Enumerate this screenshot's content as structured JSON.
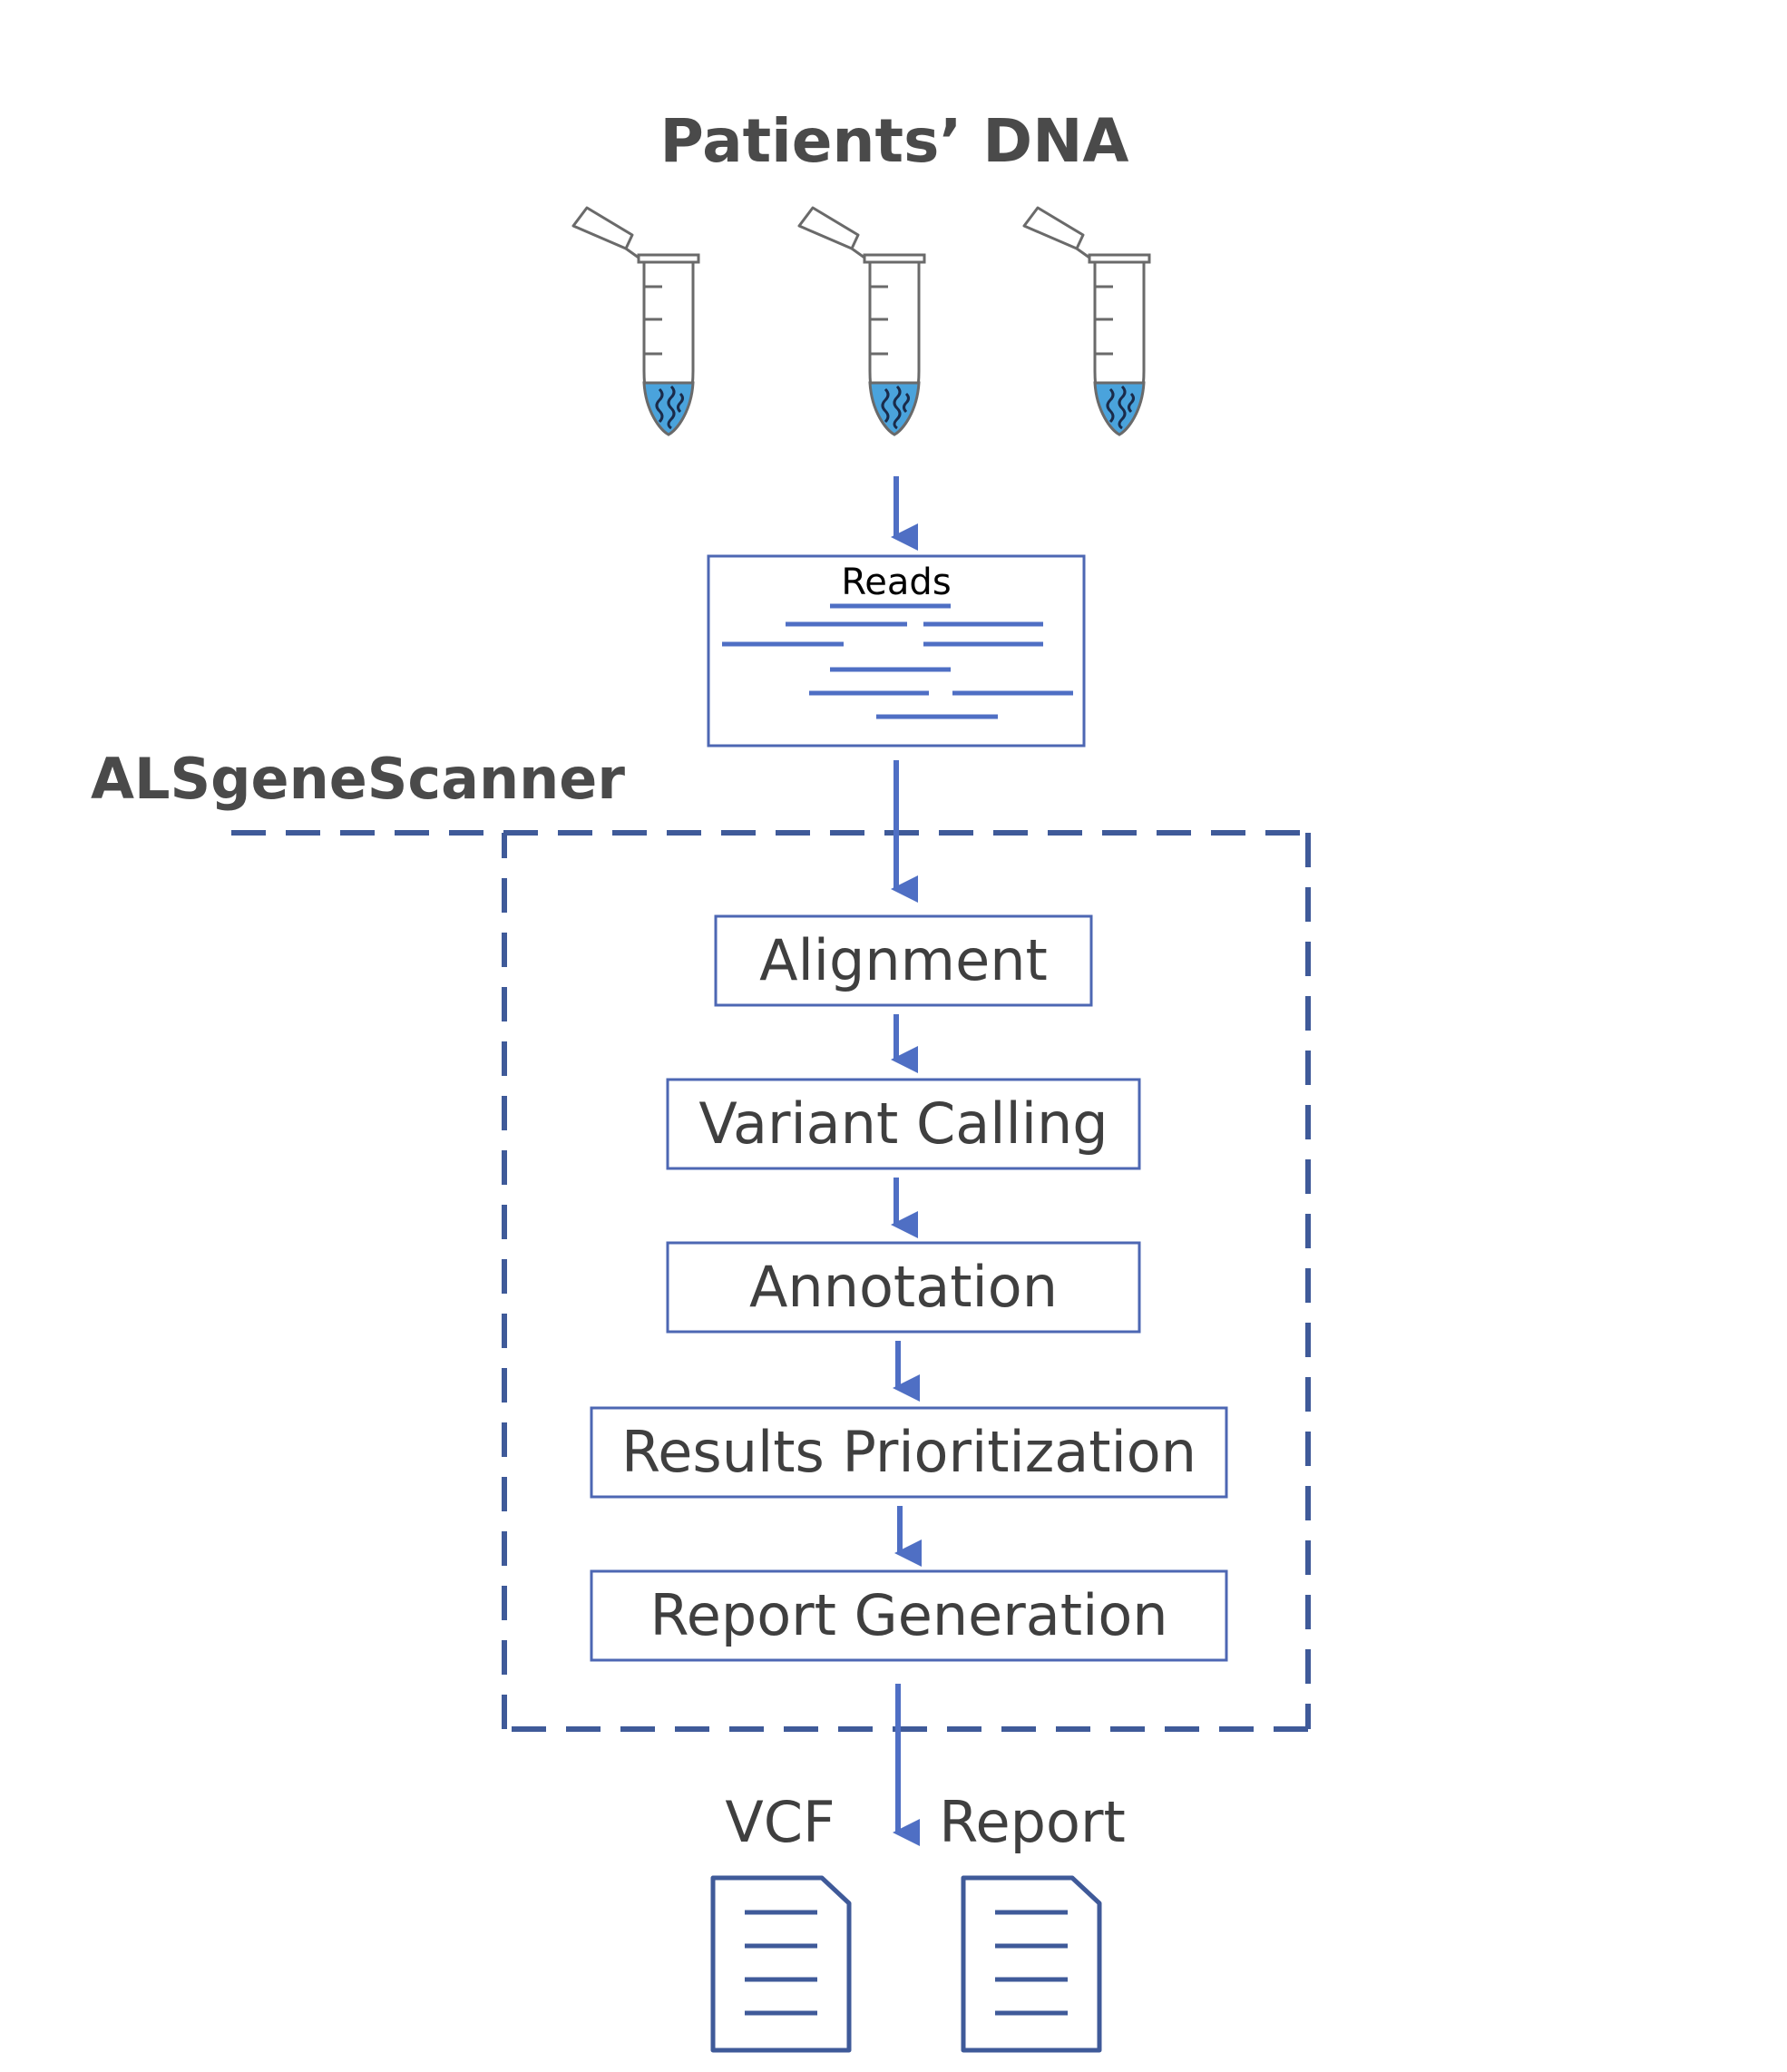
{
  "diagram": {
    "input_title": "Patients’ DNA",
    "reads_label": "Reads",
    "pipeline_name": "ALSgeneScanner",
    "steps": [
      {
        "label": "Alignment"
      },
      {
        "label": "Variant Calling"
      },
      {
        "label": "Annotation"
      },
      {
        "label": "Results Prioritization"
      },
      {
        "label": "Report Generation"
      }
    ],
    "outputs": [
      {
        "label": "VCF"
      },
      {
        "label": "Report"
      }
    ],
    "colors": {
      "accent": "#4f6fc4",
      "dashed_border": "#3f5a99",
      "box_border": "#4d67b3",
      "liquid": "#4aa3dc",
      "text": "#3f3f3f"
    },
    "icons": [
      "tube-icon",
      "document-icon"
    ]
  }
}
